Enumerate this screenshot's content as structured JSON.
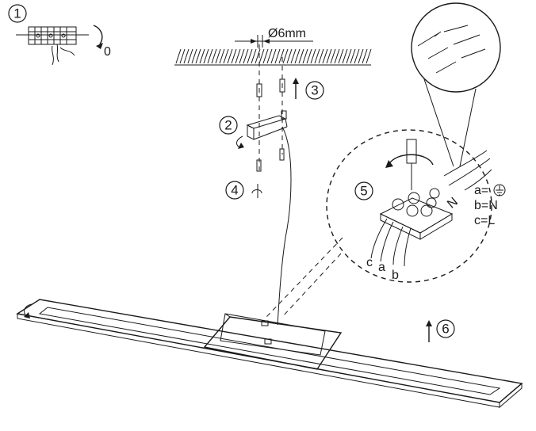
{
  "diagram": {
    "steps": {
      "s1": "1",
      "s2": "2",
      "s3": "3",
      "s4": "4",
      "s5": "5",
      "s6": "6"
    },
    "zero_label": "0",
    "dimension_label": "Ø6mm",
    "wire_letters": {
      "a": "a",
      "b": "b",
      "c": "c"
    },
    "terminal_N": "N",
    "legend": {
      "a_prefix": "a=",
      "b": "b=N",
      "c": "c=L"
    }
  }
}
